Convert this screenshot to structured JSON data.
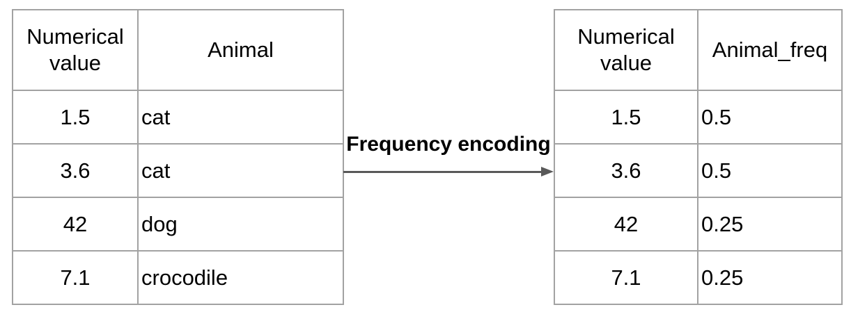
{
  "arrow": {
    "label": "Frequency encoding"
  },
  "left_table": {
    "columns": [
      "Numerical value",
      "Animal"
    ],
    "rows": [
      [
        "1.5",
        "cat"
      ],
      [
        "3.6",
        "cat"
      ],
      [
        "42",
        "dog"
      ],
      [
        "7.1",
        "crocodile"
      ]
    ]
  },
  "right_table": {
    "columns": [
      "Numerical value",
      "Animal_freq"
    ],
    "rows": [
      [
        "1.5",
        "0.5"
      ],
      [
        "3.6",
        "0.5"
      ],
      [
        "42",
        "0.25"
      ],
      [
        "7.1",
        "0.25"
      ]
    ]
  },
  "colors": {
    "background": "#ffffff",
    "border": "#a2a2a2",
    "arrow": "#595959",
    "text": "#000000"
  }
}
